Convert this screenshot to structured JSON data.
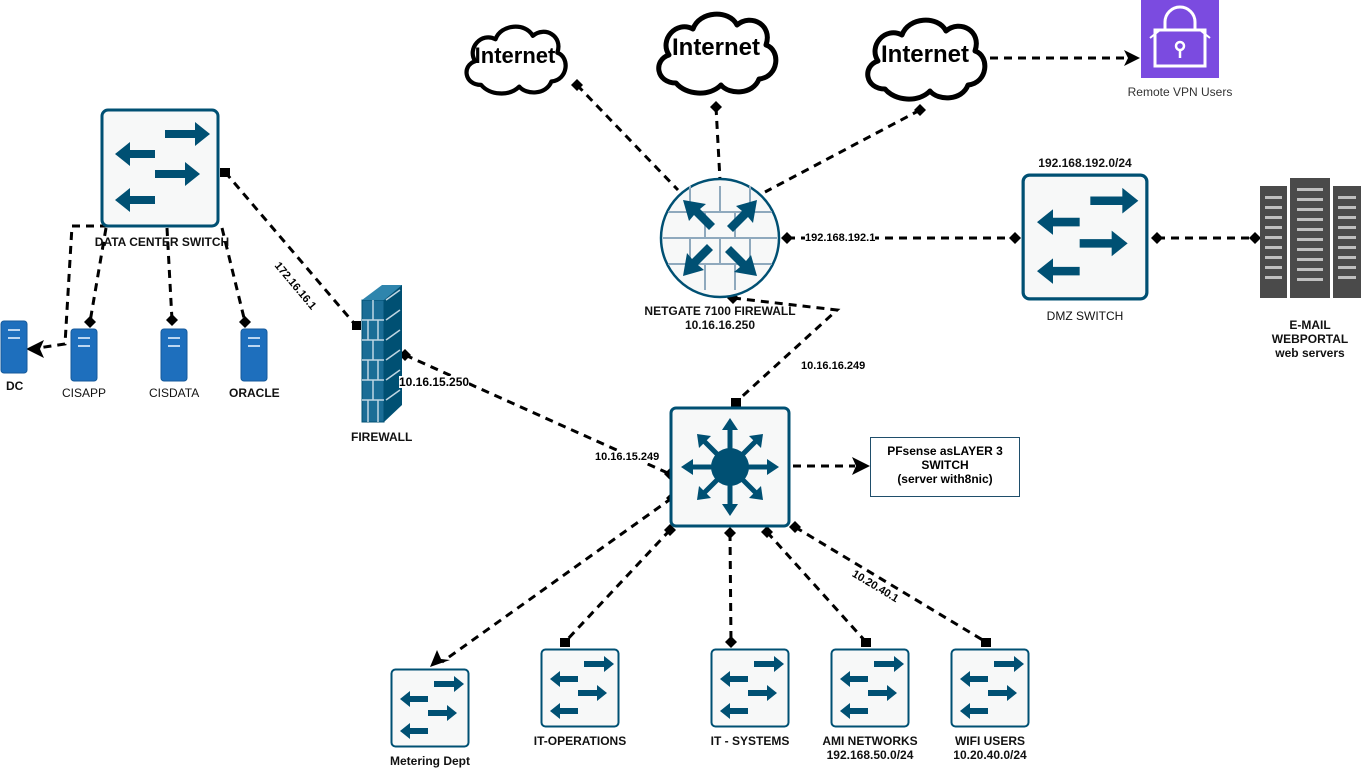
{
  "nodes": {
    "internet_1": "Internet",
    "internet_2": "Internet",
    "internet_3": "Internet",
    "remote_vpn": "Remote VPN Users",
    "netgate_name": "NETGATE 7100 FIREWALL",
    "netgate_ip": "10.16.16.250",
    "dmz_subnet": "192.168.192.0/24",
    "dmz_switch": "DMZ SWITCH",
    "web_servers_l1": "E-MAIL",
    "web_servers_l2": "WEBPORTAL",
    "web_servers_l3": "web servers",
    "dc_switch": "DATA CENTER SWITCH",
    "dc": "DC",
    "cisapp": "CISAPP",
    "cisdata": "CISDATA",
    "oracle": "ORACLE",
    "firewall": "FIREWALL",
    "pfsense_l1": "PFsense asLAYER 3",
    "pfsense_l2": "SWITCH",
    "pfsense_l3": "(server with8nic)",
    "metering": "Metering Dept",
    "it_operations": "IT-OPERATIONS",
    "it_systems": "IT - SYSTEMS",
    "ami_name": "AMI NETWORKS",
    "ami_subnet": "192.168.50.0/24",
    "wifi_name": "WIFI USERS",
    "wifi_subnet": "10.20.40.0/24"
  },
  "edge_labels": {
    "netgate_dmz": "192.168.192.1",
    "netgate_core": "10.16.16.249",
    "dc_fw": "172.16.16.1",
    "fw_side": "10.16.15.250",
    "core_side": "10.16.15.249",
    "wifi_link": "10.20.40.1"
  },
  "colors": {
    "device": "#005073",
    "device_fill": "#f7f8f8",
    "server_blue": "#1e6fbd",
    "vpn_purple": "#7b4be0",
    "firewall_line": "#6d8fa6",
    "link": "#000000"
  },
  "icons": {
    "switch": "l2-switch-icon",
    "core": "l3-router-icon",
    "firewall": "firewall-brick-icon",
    "cloud": "internet-cloud-icon",
    "server": "server-icon",
    "rack": "server-rack-icon",
    "vpn": "vpn-lock-icon"
  }
}
